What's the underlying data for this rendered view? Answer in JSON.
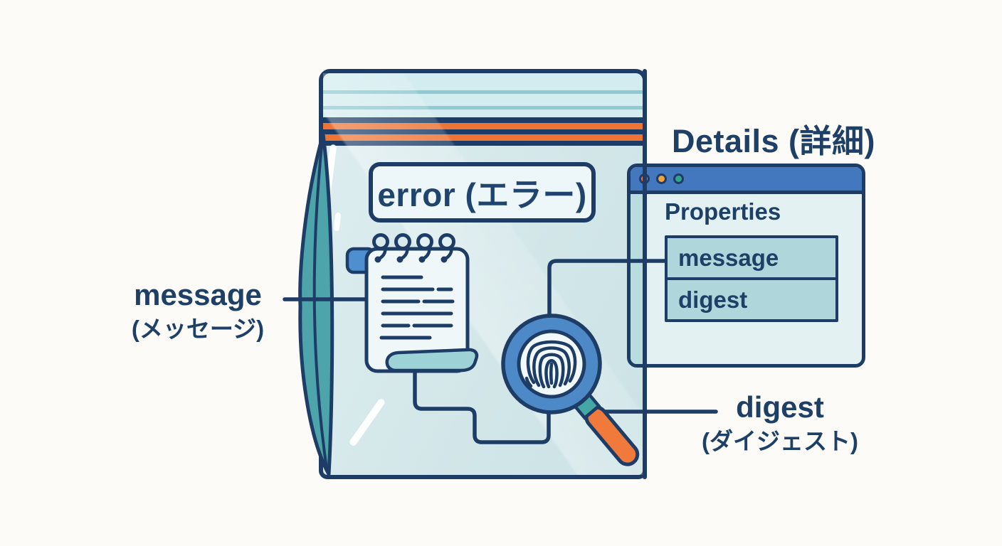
{
  "scene": {
    "bag": {
      "label": "error (エラー)",
      "description-icon": "ziplock-bag-icon"
    },
    "window": {
      "title": "Details (詳細)",
      "section": "Properties",
      "rows": [
        "message",
        "digest"
      ],
      "dot_colors": [
        "#F07B40",
        "#F2A13F",
        "#2EA78C"
      ]
    },
    "annotations": {
      "message": {
        "name": "message",
        "reading": "(メッセージ)"
      },
      "digest": {
        "name": "digest",
        "reading": "(ダイジェスト)"
      }
    },
    "icons": {
      "notepad": "spiral-notepad-icon",
      "magnifier": "fingerprint-magnifier-icon"
    },
    "colors": {
      "outline_navy": "#1E3D66",
      "text_navy": "#1F456F",
      "stripe_orange": "#ED7434",
      "titlebar_blue": "#4478BE",
      "ring_blue": "#4D89C7",
      "flap_blue": "#4E8FD0",
      "gusset_teal": "#4EA4AB",
      "pad_base_teal": "#9DD2D7",
      "row_teal": "#AED6DB",
      "bag_body": "#D5E8EA",
      "handle_orange": "#F0793C",
      "background": "#FCFBF7"
    }
  }
}
